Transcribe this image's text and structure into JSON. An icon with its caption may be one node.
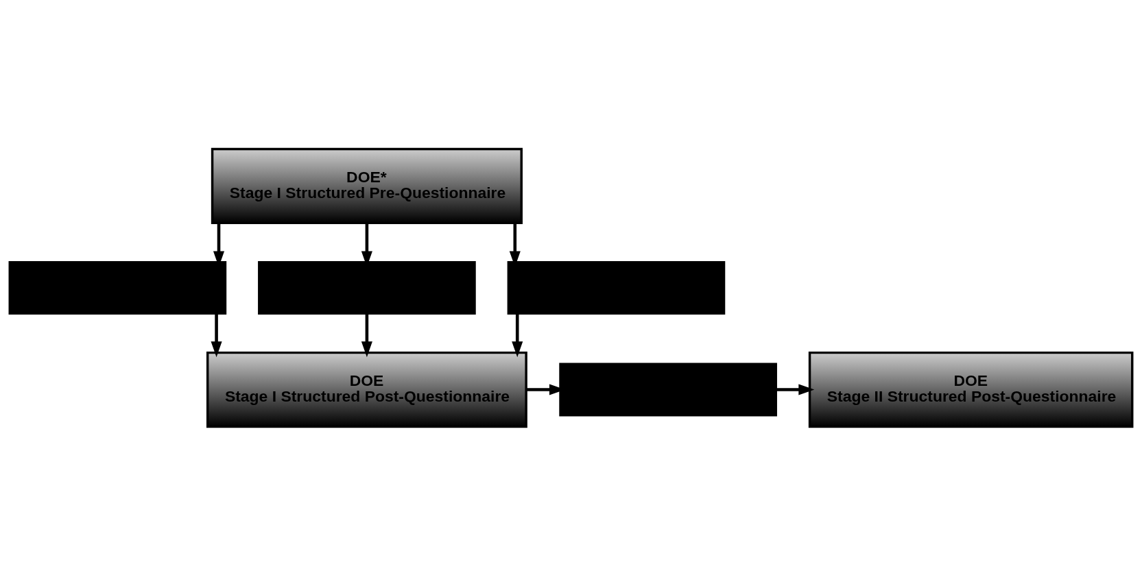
{
  "diagram": {
    "nodes": [
      {
        "text": [
          "DOE*",
          "Stage I Structured Pre-Questionnaire"
        ]
      },
      {
        "text": [],
        "shape": "box"
      },
      {
        "text": [],
        "shape": "box"
      },
      {
        "text": [],
        "shape": "box"
      },
      {
        "text": [
          "DOE",
          "Stage I Structured Post-Questionnaire"
        ]
      },
      {
        "text": [],
        "shape": "box"
      },
      {
        "text": [
          "DOE",
          "Stage II Structured Post-Questionnaire"
        ]
      }
    ],
    "edges": [
      {
        "from": 0,
        "to": 1,
        "arrow": "to"
      },
      {
        "from": 0,
        "to": 2,
        "arrow": "to"
      },
      {
        "from": 0,
        "to": 3,
        "arrow": "to"
      },
      {
        "from": 1,
        "to": 4,
        "arrow": "to"
      },
      {
        "from": 2,
        "to": 4,
        "arrow": "to"
      },
      {
        "from": 3,
        "to": 4,
        "arrow": "to"
      },
      {
        "from": 4,
        "to": 5,
        "arrow": "to"
      },
      {
        "from": 5,
        "to": 6,
        "arrow": "to"
      }
    ]
  }
}
